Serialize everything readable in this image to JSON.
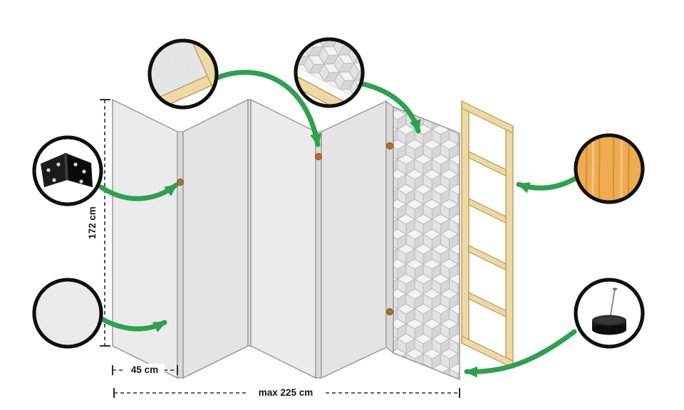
{
  "diagram": {
    "subject": "folding-room-divider-construction",
    "panel_count": 5,
    "labels": {
      "height": "172 cm",
      "panel_width": "45 cm",
      "max_width": "max 225 cm"
    },
    "callouts": [
      {
        "name": "frame-corner-detail"
      },
      {
        "name": "edge-layers-detail"
      },
      {
        "name": "hinge-detail"
      },
      {
        "name": "fleece-texture-detail"
      },
      {
        "name": "wood-texture-detail"
      },
      {
        "name": "felt-pad-detail"
      }
    ],
    "colors": {
      "arrow_green": "#2da14e",
      "panel_gray": "#e9e9e9",
      "pattern_gray": "#ebebeb",
      "wood_frame": "#ecd9a4",
      "plywood_orange": "#eeab52",
      "hinge_black": "#161616",
      "outline_black": "#111111"
    }
  }
}
